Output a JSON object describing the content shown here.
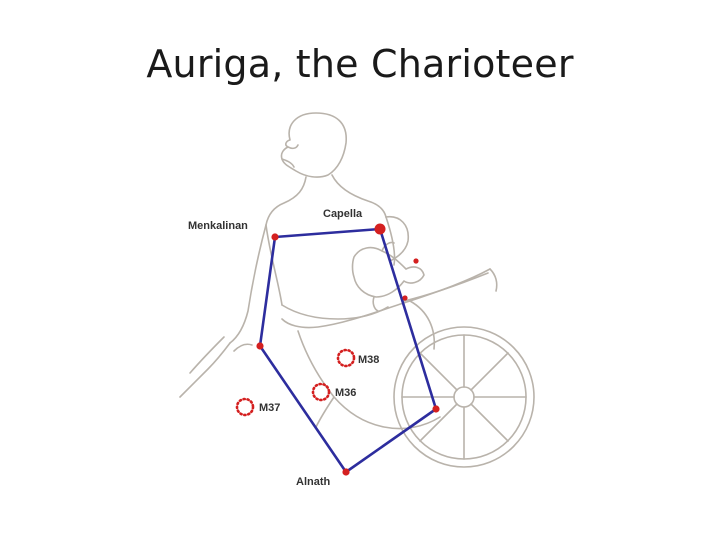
{
  "slide": {
    "title": "Auriga, the Charioteer"
  },
  "colors": {
    "line": "#2d2d9e",
    "star": "#d42020",
    "drawing": "#b9b3ab",
    "label": "#333333"
  },
  "labels": {
    "menkalinan": "Menkalinan",
    "capella": "Capella",
    "m38": "M38",
    "m36": "M36",
    "m37": "M37",
    "alnath": "Alnath"
  }
}
